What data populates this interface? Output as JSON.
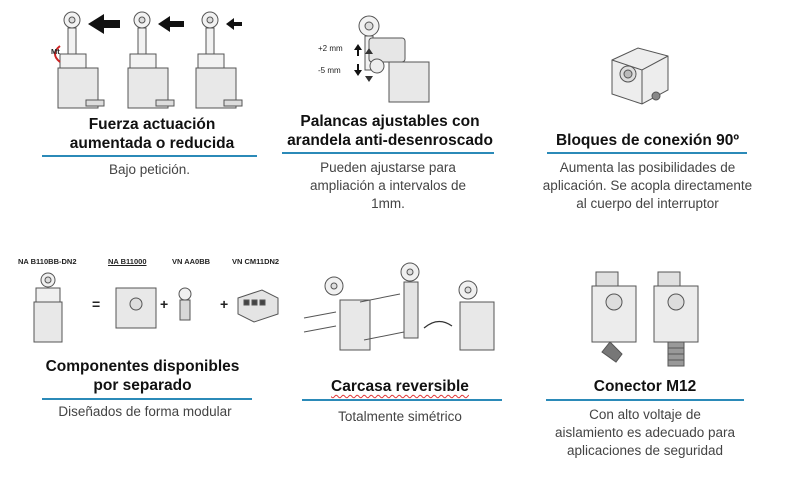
{
  "features": [
    {
      "title": [
        "Fuerza actuación",
        "aumentada o reducida"
      ],
      "description": [
        "Bajo petición."
      ],
      "illustration_label": "Mt"
    },
    {
      "title": [
        "Palancas ajustables con",
        "arandela anti-desenroscado"
      ],
      "description": [
        "Pueden ajustarse para",
        "ampliación a intervalos de",
        "1mm."
      ],
      "adjust_up": "+2 mm",
      "adjust_down": "-5 mm"
    },
    {
      "title": [
        "Bloques de conexión 90º"
      ],
      "description": [
        "Aumenta las posibilidades de",
        "aplicación. Se acopla directamente",
        "al cuerpo del interruptor"
      ]
    },
    {
      "title": [
        "Componentes disponibles",
        "por separado"
      ],
      "description": [
        "Diseñados de forma modular"
      ],
      "part_codes": [
        "NA B110BB-DN2",
        "NA B11000",
        "VN AA0BB",
        "VN CM11DN2"
      ],
      "operators": [
        "=",
        "+",
        "+"
      ]
    },
    {
      "title": [
        "Carcasa reversible"
      ],
      "description": [
        "Totalmente simétrico"
      ]
    },
    {
      "title": [
        "Conector M12"
      ],
      "description": [
        "Con alto voltaje de",
        "aislamiento es adecuado para",
        "aplicaciones de seguridad"
      ]
    }
  ],
  "colors": {
    "rule": "#2b8ab8",
    "text": "#111111",
    "desc": "#444444"
  }
}
